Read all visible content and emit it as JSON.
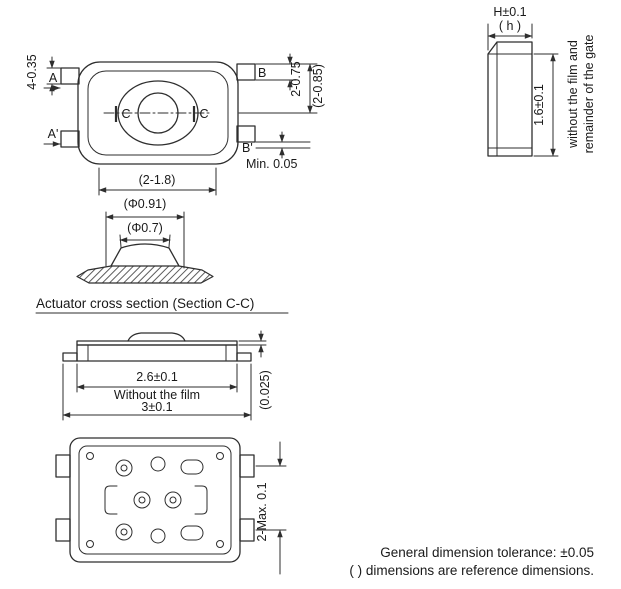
{
  "colors": {
    "background": "#ffffff",
    "line": "#2e2e2e",
    "text": "#1a1a1a"
  },
  "top_view": {
    "dim_terminal_width": "4-0.35",
    "section_a": "A",
    "section_a_prime": "A'",
    "terminal_b": "B",
    "terminal_b_prime": "B'",
    "section_c_left": "C",
    "section_c_right": "C",
    "dim_center_span": "(2-1.8)",
    "dim_terminal_height": "2-0.75",
    "dim_terminal_span": "(2-0.85)",
    "dim_min_clearance": "Min. 0.05"
  },
  "side_view": {
    "dim_total_height": "H±0.1",
    "dim_total_height_ref": "( h )",
    "dim_body_height": "1.6±0.1",
    "note_line1": "without the film and",
    "note_line2": "remainder of the gate"
  },
  "actuator_section": {
    "dim_outer_dia": "(Φ0.91)",
    "dim_inner_dia": "(Φ0.7)",
    "caption": "Actuator cross section (Section C-C)"
  },
  "front_view": {
    "dim_body_width": "2.6±0.1",
    "dim_body_width_note": "Without the film",
    "dim_total_width": "3±0.1",
    "dim_film_thickness": "(0.025)"
  },
  "bottom_view": {
    "dim_terminal_flatness": "2-Max. 0.1"
  },
  "notes": {
    "tolerance": "General dimension tolerance: ±0.05",
    "reference": "( ) dimensions are reference dimensions."
  }
}
